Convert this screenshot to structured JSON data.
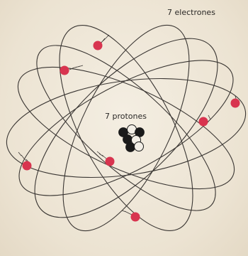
{
  "labels": {
    "electrons": "7 electrones",
    "protons": "7 protones"
  },
  "colors": {
    "background": "#efe7d8",
    "orbit": "#3a3633",
    "electron": "#d8344f",
    "nucleus_dark": "#1a1a1a",
    "nucleus_light": "#f2eee6"
  },
  "counts": {
    "electrons": 7,
    "protons": 7
  }
}
